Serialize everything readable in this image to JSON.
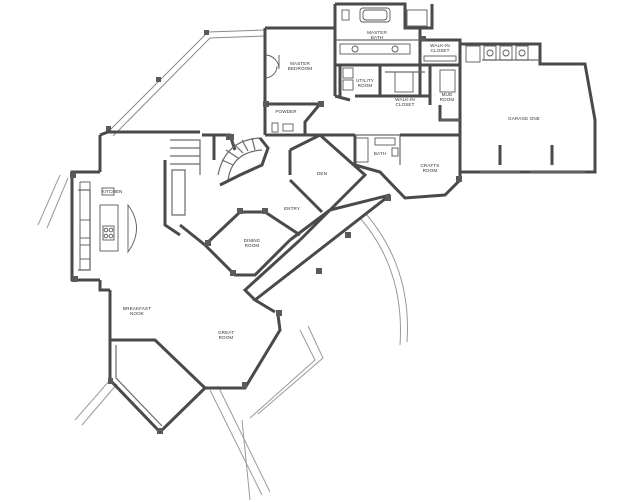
{
  "rooms": {
    "master_bedroom": [
      "MASTER",
      "BEDROOM"
    ],
    "master_bath": [
      "MASTER",
      "BATH"
    ],
    "walk_in_closet_top": [
      "WALK-IN",
      "CLOSET"
    ],
    "utility_room": [
      "UTILITY",
      "ROOM"
    ],
    "walk_in_closet_mid": [
      "WALK-IN",
      "CLOSET"
    ],
    "mud_room": [
      "MUD",
      "ROOM"
    ],
    "garage": [
      "GARAGE ONE"
    ],
    "powder": [
      "POWDER"
    ],
    "bath": [
      "BATH"
    ],
    "den": [
      "DEN"
    ],
    "craft_room": [
      "CRAFTS",
      "ROOM"
    ],
    "kitchen": [
      "KITCHEN"
    ],
    "entry": [
      "ENTRY"
    ],
    "dining_room": [
      "DINING",
      "ROOM"
    ],
    "breakfast_nook": [
      "BREAKFAST",
      "NOOK"
    ],
    "great_room": [
      "GREAT",
      "ROOM"
    ]
  }
}
